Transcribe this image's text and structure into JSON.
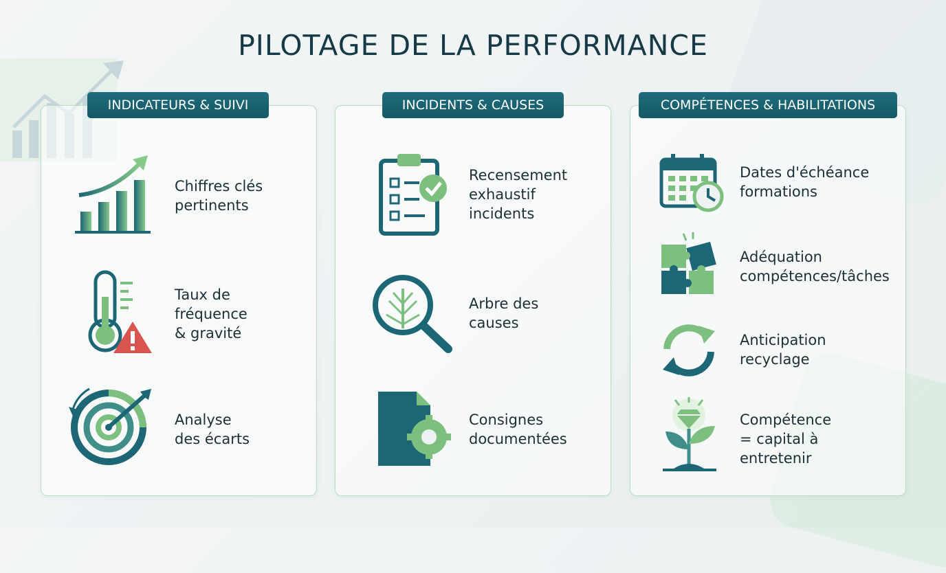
{
  "title": "PILOTAGE DE LA PERFORMANCE",
  "colors": {
    "teal_dark": "#155967",
    "teal": "#1f6c7c",
    "green": "#7cbf7f",
    "red": "#d9534f",
    "border": "#b9dcc1"
  },
  "columns": [
    {
      "tag": "INDICATEURS & SUIVI",
      "items": [
        {
          "icon": "bar-chart-growth-icon",
          "label": "Chiffres clés\npertinents"
        },
        {
          "icon": "thermometer-warning-icon",
          "label": "Taux de\nfréquence\n& gravité"
        },
        {
          "icon": "target-arrow-icon",
          "label": "Analyse\ndes écarts"
        }
      ]
    },
    {
      "tag": "INCIDENTS & CAUSES",
      "items": [
        {
          "icon": "clipboard-checklist-icon",
          "label": "Recensement\nexhaustif\nincidents"
        },
        {
          "icon": "magnifier-tree-icon",
          "label": "Arbre des\ncauses"
        },
        {
          "icon": "document-gear-icon",
          "label": "Consignes\ndocumentées"
        }
      ]
    },
    {
      "tag": "COMPÉTENCES & HABILITATIONS",
      "items": [
        {
          "icon": "calendar-clock-icon",
          "label": "Dates d'échéance\nformations"
        },
        {
          "icon": "puzzle-icon",
          "label": "Adéquation\ncompétences/tâches"
        },
        {
          "icon": "recycle-arrows-icon",
          "label": "Anticipation\nrecyclage"
        },
        {
          "icon": "plant-diamond-icon",
          "label": "Compétence\n= capital à\nentretenir"
        }
      ]
    }
  ]
}
